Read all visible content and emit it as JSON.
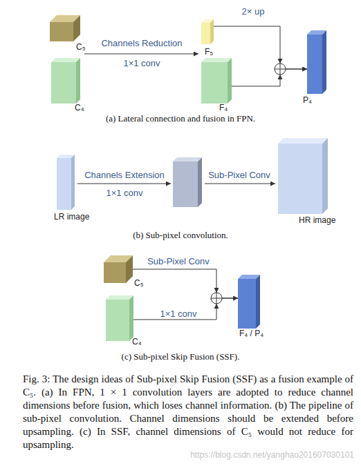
{
  "diagram": {
    "caption": "Fig. 3: The design ideas of Sub-pixel Skip Fusion (SSF) as a fusion example of C₅. (a) In FPN, 1 × 1 convolution layers are adopted to reduce channel dimensions before fusion, which loses channel information. (b) The pipeline of sub-pixel convolution. Channel dimensions should be extended before upsampling. (c) In SSF, channel dimensions of C₅ would not reduce for upsampling.",
    "nodes": [
      {
        "text": [
          "C₅"
        ]
      },
      {
        "text": [
          "C₄"
        ]
      },
      {
        "text": [
          "F₅"
        ]
      },
      {
        "text": [
          "F₄"
        ]
      },
      {
        "text": [
          "P₄"
        ]
      },
      {
        "text": [
          "LR image"
        ]
      },
      {
        "text": [
          "HR image"
        ]
      },
      {
        "text": [
          "C₅"
        ]
      },
      {
        "text": [
          "C₄"
        ]
      },
      {
        "text": [
          "F₄ / P₄"
        ]
      }
    ],
    "edges": [
      {
        "from": 2,
        "to": 4,
        "arrow": "to",
        "label": "2× up"
      },
      {
        "from": 3,
        "to": 4,
        "arrow": "to"
      },
      {
        "from": 7,
        "to": 9,
        "arrow": "to",
        "label": "Sub-Pixel Conv"
      },
      {
        "from": 8,
        "to": 9,
        "arrow": "to",
        "label": "1×1 conv"
      }
    ],
    "labels": [
      "Channels Reduction",
      "1×1 conv",
      "(a) Lateral connection and fusion in FPN.",
      "Channels Extension",
      "1×1 conv",
      "Sub-Pixel Conv",
      "(b) Sub-pixel convolution.",
      "(c) Sub-pixel Skip Fusion (SSF).",
      "https://blog.csdn.net/yanghao201607030101"
    ]
  }
}
